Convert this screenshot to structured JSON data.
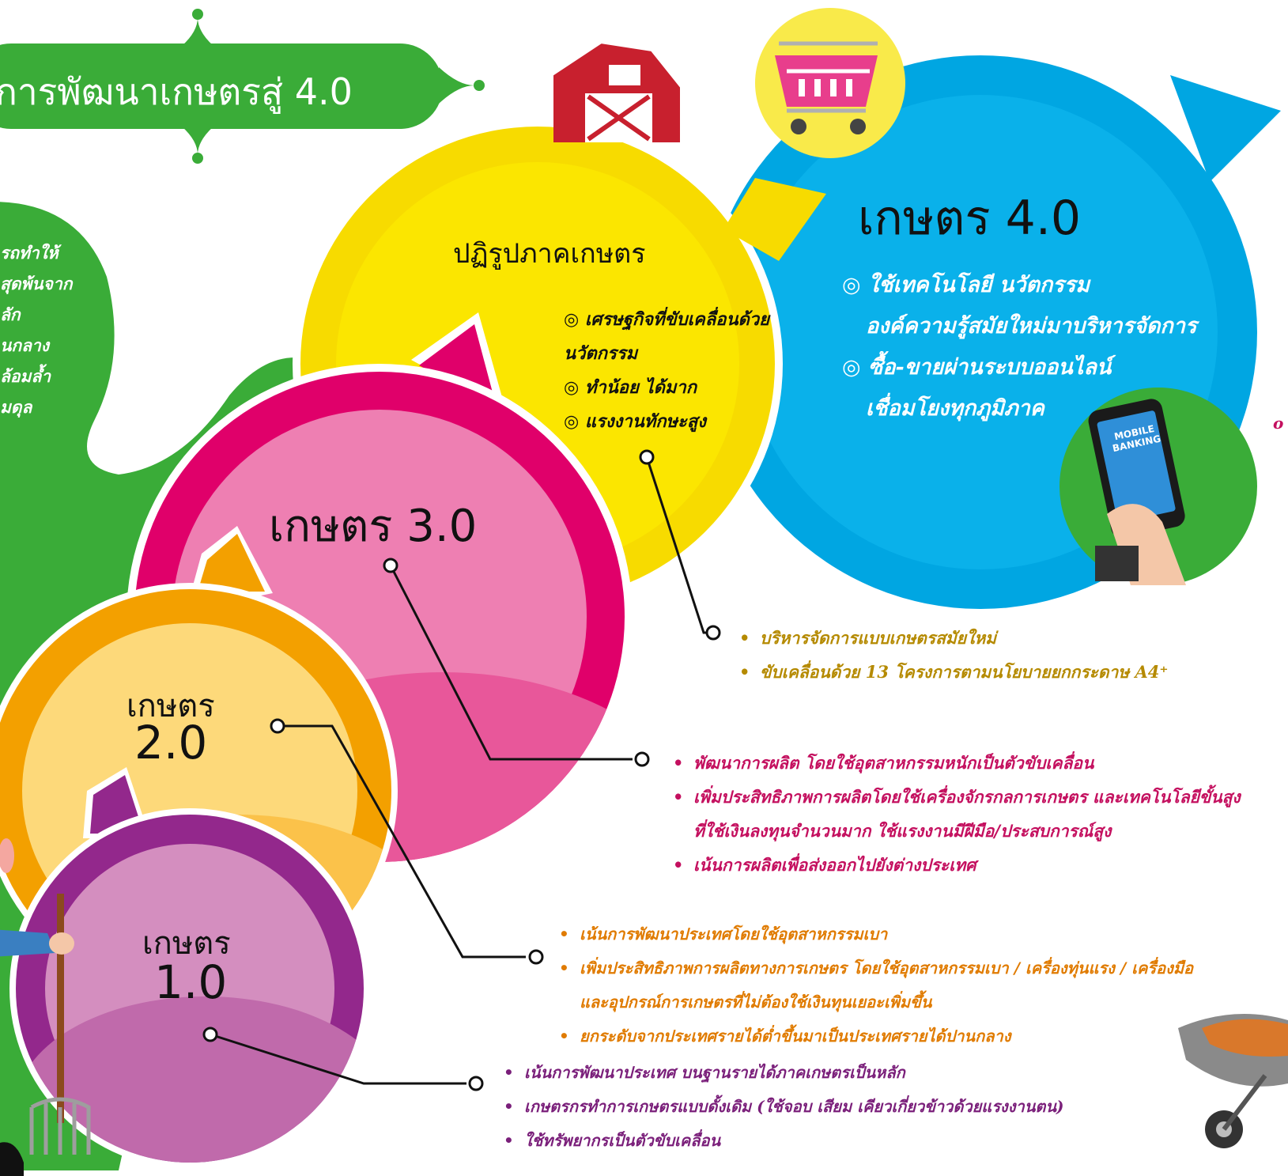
{
  "title": "การพัฒนาเกษตรสู่ 4.0",
  "colors": {
    "green": "#3aac38",
    "yellow": "#f7db00",
    "yellow_inner": "#fbe600",
    "blue": "#00a6e2",
    "blue_inner": "#0ab1ea",
    "magenta": "#e0006a",
    "magenta_inner": "#ee7fb2",
    "orange": "#f3a000",
    "orange_inner": "#fdd97a",
    "purple": "#93288c",
    "purple_inner": "#d48ebf",
    "text_gold": "#b58a00",
    "text_magenta": "#c4105f",
    "text_orange": "#e07b00",
    "text_purple": "#7a1f7a"
  },
  "left_panel_fragments": [
    "รถทำให้",
    "สุดพ้นจาก",
    "ลัก",
    "นกลาง",
    "ล้อมล้ำ",
    "มดุล"
  ],
  "stage_40": {
    "heading": "เกษตร 4.0",
    "bullets": [
      "ใช้เทคโนโลยี นวัตกรรม",
      "องค์ความรู้สมัยใหม่มาบริหารจัดการ",
      "ซื้อ-ขายผ่านระบบออนไลน์",
      "เชื่อมโยงทุกภูมิภาค"
    ],
    "phone_label_1": "MOBILE",
    "phone_label_2": "BANKING",
    "edge_fragment": "o"
  },
  "stage_reform": {
    "heading": "ปฏิรูปภาคเกษตร",
    "bullets": [
      "เศรษฐกิจที่ขับเคลื่อนด้วย",
      "นวัตกรรม",
      "ทำน้อย ได้มาก",
      "แรงงานทักษะสูง"
    ],
    "callout": [
      "บริหารจัดการแบบเกษตรสมัยใหม่",
      "ขับเคลื่อนด้วย 13 โครงการตามนโยบายยกกระดาษ A4⁺"
    ]
  },
  "stage_30": {
    "heading": "เกษตร 3.0",
    "callout": [
      "พัฒนาการผลิต โดยใช้อุตสาหกรรมหนักเป็นตัวขับเคลื่อน",
      "เพิ่มประสิทธิภาพการผลิตโดยใช้เครื่องจักรกลการเกษตร และเทคโนโลยีขั้นสูง",
      "ที่ใช้เงินลงทุนจำนวนมาก ใช้แรงงานมีฝีมือ/ประสบการณ์สูง",
      "เน้นการผลิตเพื่อส่งออกไปยังต่างประเทศ"
    ]
  },
  "stage_20": {
    "heading_line1": "เกษตร",
    "heading_line2": "2.0",
    "callout": [
      "เน้นการพัฒนาประเทศโดยใช้อุตสาหกรรมเบา",
      "เพิ่มประสิทธิภาพการผลิตทางการเกษตร โดยใช้อุตสาหกรรมเบา / เครื่องทุ่นแรง / เครื่องมือ",
      "และอุปกรณ์การเกษตรที่ไม่ต้องใช้เงินทุนเยอะเพิ่มขึ้น",
      "ยกระดับจากประเทศรายได้ต่ำขึ้นมาเป็นประเทศรายได้ปานกลาง"
    ]
  },
  "stage_10": {
    "heading_line1": "เกษตร",
    "heading_line2": "1.0",
    "callout": [
      "เน้นการพัฒนาประเทศ บนฐานรายได้ภาคเกษตรเป็นหลัก",
      "เกษตรกรทำการเกษตรแบบดั้งเดิม (ใช้จอบ เสียม เคียวเกี่ยวข้าวด้วยแรงงานตน)",
      "ใช้ทรัพยากรเป็นตัวขับเคลื่อน"
    ]
  }
}
